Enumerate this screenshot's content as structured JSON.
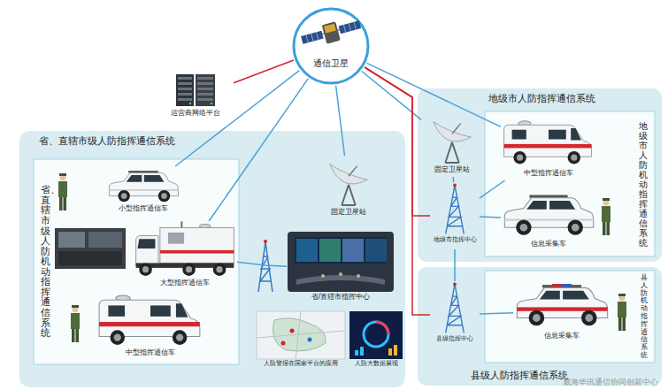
{
  "diagram": {
    "nodes": [
      {
        "text": [
          "通信卫星"
        ]
      },
      {
        "text": [
          "运营商网络平台"
        ]
      },
      {
        "text": [
          "省、直辖市级人防指挥通信系统"
        ]
      },
      {
        "text": [
          "省、直辖市级人防机动指挥通信系统"
        ],
        "in": 2
      },
      {
        "text": [
          "小型指挥通信车"
        ],
        "in": 3
      },
      {
        "text": [
          "大型指挥通信车"
        ],
        "in": 3
      },
      {
        "text": [
          "中型指挥通信车"
        ],
        "in": 3
      },
      {
        "text": [
          "固定卫星站"
        ],
        "in": 2
      },
      {
        "text": [
          "省/直辖市指挥中心"
        ],
        "in": 2
      },
      {
        "text": [
          "人防警报在国家平台的应用"
        ],
        "in": 2
      },
      {
        "text": [
          "人防大数据展现"
        ],
        "in": 2
      },
      {
        "text": [
          "地级市人防指挥通信系统"
        ]
      },
      {
        "text": [
          "固定卫星站"
        ],
        "in": 11
      },
      {
        "text": [
          "地级市指挥中心"
        ],
        "in": 11
      },
      {
        "text": [
          "地级市人防机动指挥通信系统"
        ],
        "in": 11
      },
      {
        "text": [
          "中型指挥通信车"
        ],
        "in": 14
      },
      {
        "text": [
          "信息采集车"
        ],
        "in": 14
      },
      {
        "text": [
          "县级人防指挥通信系统"
        ]
      },
      {
        "text": [
          "县级指挥中心"
        ],
        "in": 17
      },
      {
        "text": [
          "县人防机动指挥通信系统"
        ],
        "in": 17
      },
      {
        "text": [
          "信息采集车"
        ],
        "in": 19
      }
    ],
    "edges": [
      {
        "from": 0,
        "to": 1,
        "arrow": "none"
      },
      {
        "from": 0,
        "to": 4,
        "arrow": "none"
      },
      {
        "from": 0,
        "to": 5,
        "arrow": "none"
      },
      {
        "from": 0,
        "to": 7,
        "arrow": "none"
      },
      {
        "from": 0,
        "to": 12,
        "arrow": "none"
      },
      {
        "from": 0,
        "to": 15,
        "arrow": "none"
      },
      {
        "from": 0,
        "to": 13,
        "arrow": "none"
      },
      {
        "from": 0,
        "to": 18,
        "arrow": "none"
      },
      {
        "from": 12,
        "to": 13,
        "arrow": "none"
      },
      {
        "from": 13,
        "to": 15,
        "arrow": "none"
      },
      {
        "from": 13,
        "to": 16,
        "arrow": "none"
      },
      {
        "from": 13,
        "to": 18,
        "arrow": "none"
      },
      {
        "from": 18,
        "to": 20,
        "arrow": "none"
      },
      {
        "from": 5,
        "to": 8,
        "arrow": "none"
      }
    ],
    "labels": [
      "威海华讯通信协同创新中心"
    ]
  }
}
